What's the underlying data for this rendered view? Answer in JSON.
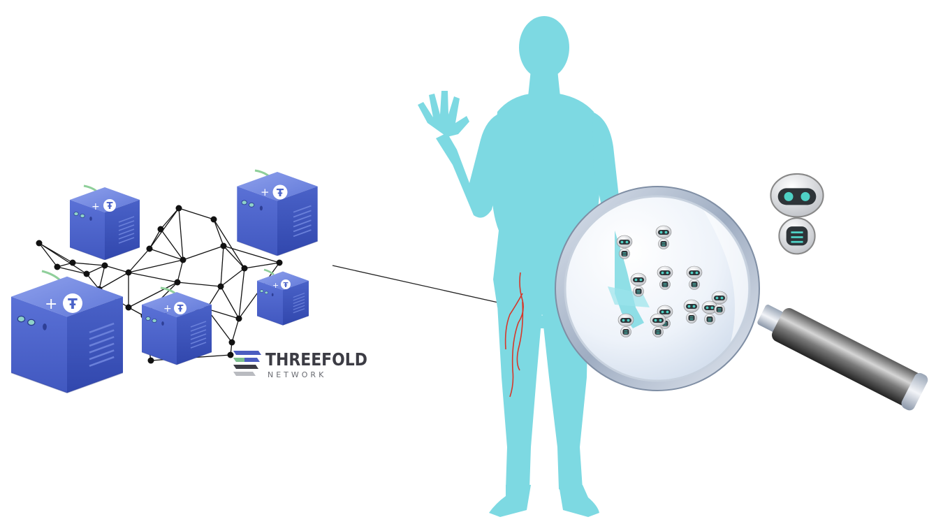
{
  "logo": {
    "title": "THREEFOLD",
    "subtitle": "NETWORK"
  },
  "server_badge": {
    "glyph": "Ŧ",
    "plus": "+"
  },
  "icons": {
    "server": "server-cube-icon",
    "human": "human-silhouette-icon",
    "magnifier": "magnifying-glass-icon",
    "robot": "nanobot-robot-icon",
    "vein": "blood-vessel-icon"
  },
  "colors": {
    "cube_top": "#6f86dd",
    "cube_left": "#4b63c8",
    "cube_right": "#3a51b3",
    "human": "#7dd9e2",
    "vein": "#d6372a",
    "lens_ring": "#b8c3d2",
    "logo_text": "#3c3c44",
    "logo_green": "#7bbf8d",
    "logo_blue": "#4b5dc0"
  }
}
